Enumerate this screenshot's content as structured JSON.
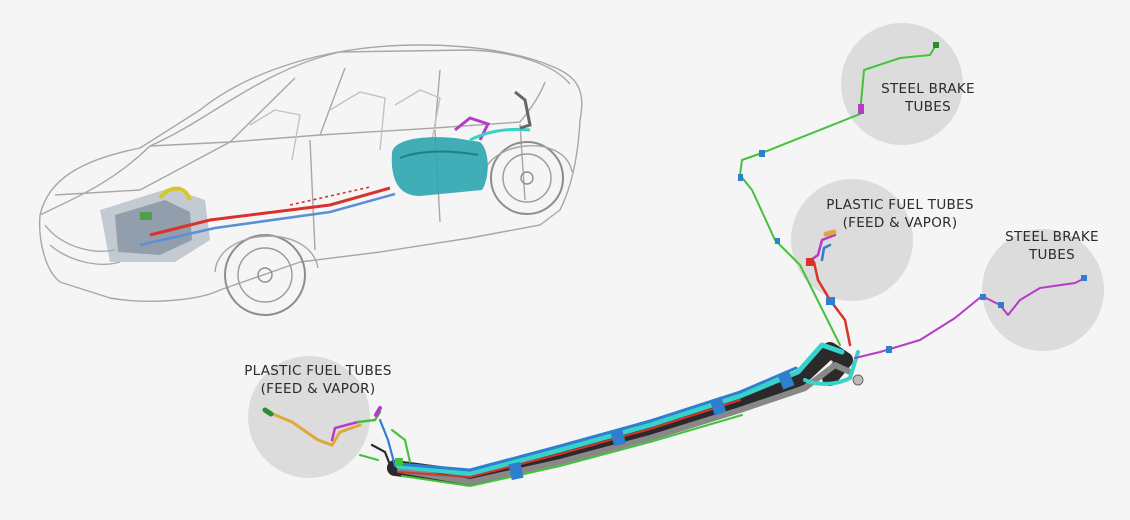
{
  "callouts": [
    {
      "id": "steel-brake-front",
      "line1": "STEEL BRAKE",
      "line2": "TUBES"
    },
    {
      "id": "plastic-fuel-front",
      "line1": "PLASTIC FUEL TUBES",
      "line2": "(FEED & VAPOR)"
    },
    {
      "id": "steel-brake-rear",
      "line1": "STEEL BRAKE",
      "line2": "TUBES"
    },
    {
      "id": "plastic-fuel-rear",
      "line1": "PLASTIC FUEL TUBES",
      "line2": "(FEED & VAPOR)"
    }
  ],
  "colors": {
    "background": "#f5f5f5",
    "callout_circle": "#dcdcdc",
    "brake_tube_green": "#44c23c",
    "brake_tube_magenta": "#b63cc8",
    "fuel_tube_orange": "#e0a83a",
    "bundle_cyan": "#35d3c8",
    "bundle_blue": "#2f7fd0",
    "bundle_dark": "#2a2a2a",
    "line_red": "#d8322c",
    "tank_teal": "#2ea6b0",
    "car_outline": "#a7a7a7"
  }
}
